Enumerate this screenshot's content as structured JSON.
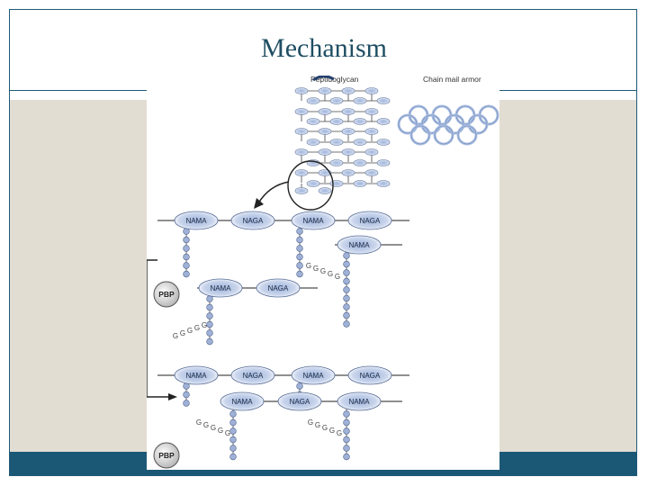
{
  "slide": {
    "title": "Mechanism",
    "colors": {
      "title": "#1f4e63",
      "frame": "#1f5a78",
      "beige": "#e2ddd2",
      "footer_bar": "#1b5876"
    }
  },
  "diagram": {
    "peptidoglycan_label": "Peptidoglycan",
    "chain_mail_label": "Chain mail armor",
    "nama_label": "NAMA",
    "naga_label": "NAGA",
    "pbp_label": "PBP",
    "glycine_label": "G"
  }
}
